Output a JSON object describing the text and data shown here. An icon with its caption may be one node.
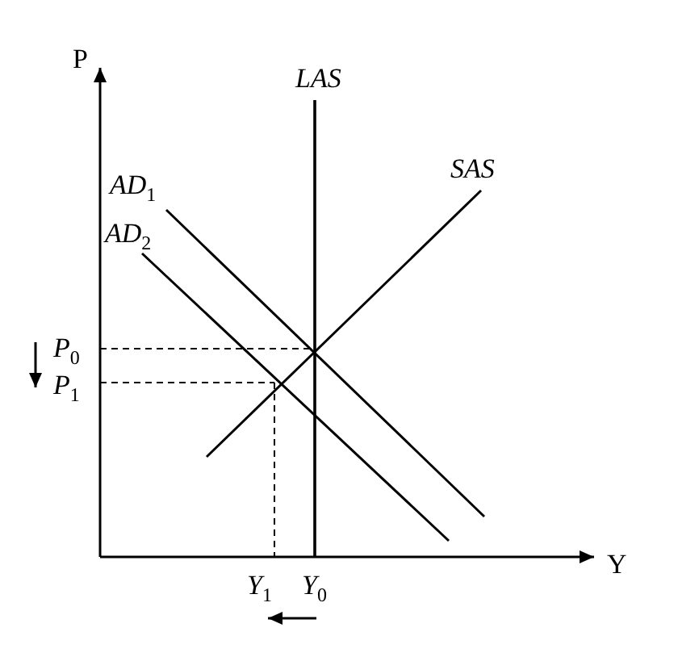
{
  "diagram": {
    "labels": [
      "P",
      "LAS",
      "SAS",
      "AD$_{1}$",
      "AD$_{2}$",
      "P$_{0}$",
      "P$_{1}$",
      "Y",
      "Y$_{1}$",
      "Y$_{0}$"
    ]
  }
}
